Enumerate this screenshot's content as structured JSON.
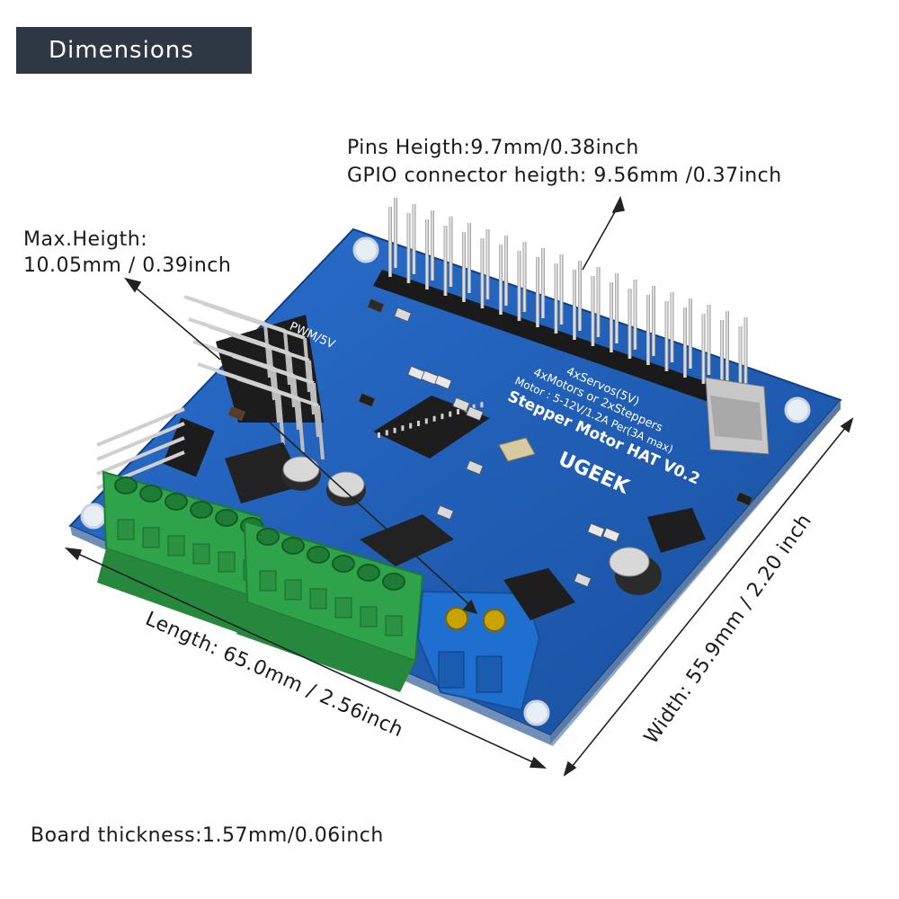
{
  "banner": {
    "title": "Dimensions"
  },
  "annotations": {
    "pins_height": "Pins Heigth:9.7mm/0.38inch",
    "gpio_height": "GPIO connector heigth: 9.56mm /0.37inch",
    "max_height_line1": "Max.Heigth:",
    "max_height_line2": "10.05mm / 0.39inch",
    "length": "Length: 65.0mm / 2.56inch",
    "width": "Width: 55.9mm / 2.20 inch",
    "thickness": "Board thickness:1.57mm/0.06inch"
  },
  "board": {
    "brand": "UGEEK",
    "product": "Stepper Motor HAT V0.2",
    "spec_line1": "Motor : 5-12V/1.2A Per(3A max)",
    "spec_line2": "4xMotors or 2xSteppers",
    "spec_line3": "4xServos(5V)",
    "pwm_label": "PWM/5V",
    "color_pcb": "#1f5fb8",
    "color_terminal_green": "#2fa34a",
    "color_terminal_blue": "#1f6fd1"
  }
}
